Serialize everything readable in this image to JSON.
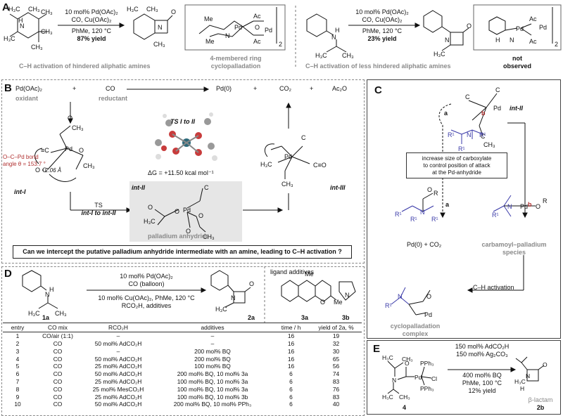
{
  "panel_labels": {
    "a": "A",
    "b": "B",
    "c": "C",
    "d": "D",
    "e": "E"
  },
  "panel_a": {
    "rxn1_cond1": "10 mol% Pd(OAc)₂",
    "rxn1_cond2": "CO, Cu(OAc)₂",
    "rxn1_cond3": "PhMe, 120 °C",
    "rxn1_yield": "87% yield",
    "rxn1_caption": "C–H activation of hindered aliphatic amines",
    "box_caption1": "4-membered ring",
    "box_caption2": "cyclopalladation",
    "rxn2_cond1": "10 mol% Pd(OAc)₂",
    "rxn2_cond2": "CO, Cu(OAc)₂",
    "rxn2_cond3": "PhMe, 120 °C",
    "rxn2_yield": "23% yield",
    "rxn2_caption": "C–H activation of less hindered aliphatic amines",
    "not_observed1": "not",
    "not_observed2": "observed"
  },
  "panel_b": {
    "pdoac": "Pd(OAc)₂",
    "plus1": "+",
    "co": "CO",
    "pd0": "Pd(0)",
    "plus2": "+",
    "co2": "CO₂",
    "plus3": "+",
    "ac2o": "Ac₂O",
    "oxidant": "oxidant",
    "reductant": "reductant",
    "ts_title": "TS I to II",
    "bond_label1": "O–C–Pd bond",
    "bond_label2": "angle θ = 153.7 °",
    "distance": "2.06 Å",
    "dg": "ΔG = +11.50 kcal mol⁻¹",
    "int1": "int-I",
    "int2": "int-II",
    "int3": "int-III",
    "ts_arrow1": "TS",
    "ts_arrow2": "int-I to int-II",
    "anhydride": "palladium anhydride",
    "question": "Can we intercept the putative palladium anhydride intermediate with an amine, leading to C–H activation ?"
  },
  "panel_c": {
    "int2": "int-II",
    "note1": "increase size of carboxylate",
    "note2": "to control position of attack",
    "note3": "at the Pd-anhydride",
    "path_a": "a",
    "path_b": "b",
    "product_a": "Pd(0) + CO₂",
    "carbamoyl1": "carbamoyl–palladium",
    "carbamoyl2": "species",
    "ch_activation": "C–H activation",
    "cyclo1": "cyclopalladation",
    "cyclo2": "complex"
  },
  "panel_d": {
    "cond1": "10 mol% Pd(OAc)₂",
    "cond2": "CO (balloon)",
    "cond3": "10 mol% Cu(OAc)₂, PhMe, 120 °C",
    "cond4": "RCO₂H, additives",
    "sm_label": "1a",
    "prod_label": "2a",
    "ligand_title": "ligand additives",
    "lig1": "3a",
    "lig2": "3b",
    "table": {
      "headers": [
        "entry",
        "CO mix",
        "RCO₂H",
        "additives",
        "time / h",
        "yield of 2a, %"
      ],
      "rows": [
        [
          "1",
          "CO/air (1:1)",
          "–",
          "–",
          "16",
          "19"
        ],
        [
          "2",
          "CO",
          "50 mol% AdCO₂H",
          "–",
          "16",
          "32"
        ],
        [
          "3",
          "CO",
          "–",
          "200 mol% BQ",
          "16",
          "30"
        ],
        [
          "4",
          "CO",
          "50 mol% AdCO₂H",
          "200 mol% BQ",
          "16",
          "65"
        ],
        [
          "5",
          "CO",
          "25 mol% AdCO₂H",
          "100 mol% BQ",
          "16",
          "56"
        ],
        [
          "6",
          "CO",
          "50 mol% AdCO₂H",
          "200 mol% BQ, 10 mol% 3a",
          "6",
          "74"
        ],
        [
          "7",
          "CO",
          "25 mol% AdCO₂H",
          "100 mol% BQ, 10 mol% 3a",
          "6",
          "83"
        ],
        [
          "8",
          "CO",
          "25 mol% MesCO₂H",
          "100 mol% BQ, 10 mol% 3a",
          "6",
          "76"
        ],
        [
          "9",
          "CO",
          "25 mol% AdCO₂H",
          "100 mol% BQ, 10 mol% 3b",
          "6",
          "83"
        ],
        [
          "10",
          "CO",
          "50 mol% AdCO₂H",
          "200 mol% BQ, 10 mol% PPh₃",
          "6",
          "40"
        ]
      ]
    }
  },
  "panel_e": {
    "cond1": "150 mol% AdCO₂H",
    "cond2": "150 mol% Ag₂CO₃",
    "cond3": "400 mol% BQ",
    "cond4": "PhMe, 100 °C",
    "cond5": "12% yield",
    "sm_label": "4",
    "prod_name": "β-lactam",
    "prod_label": "2b"
  },
  "colors": {
    "accent_blue": "#3a3aa8",
    "accent_red": "#b03030",
    "grey_text": "#8a8a8a",
    "panel_bg": "#e6e6e6"
  }
}
